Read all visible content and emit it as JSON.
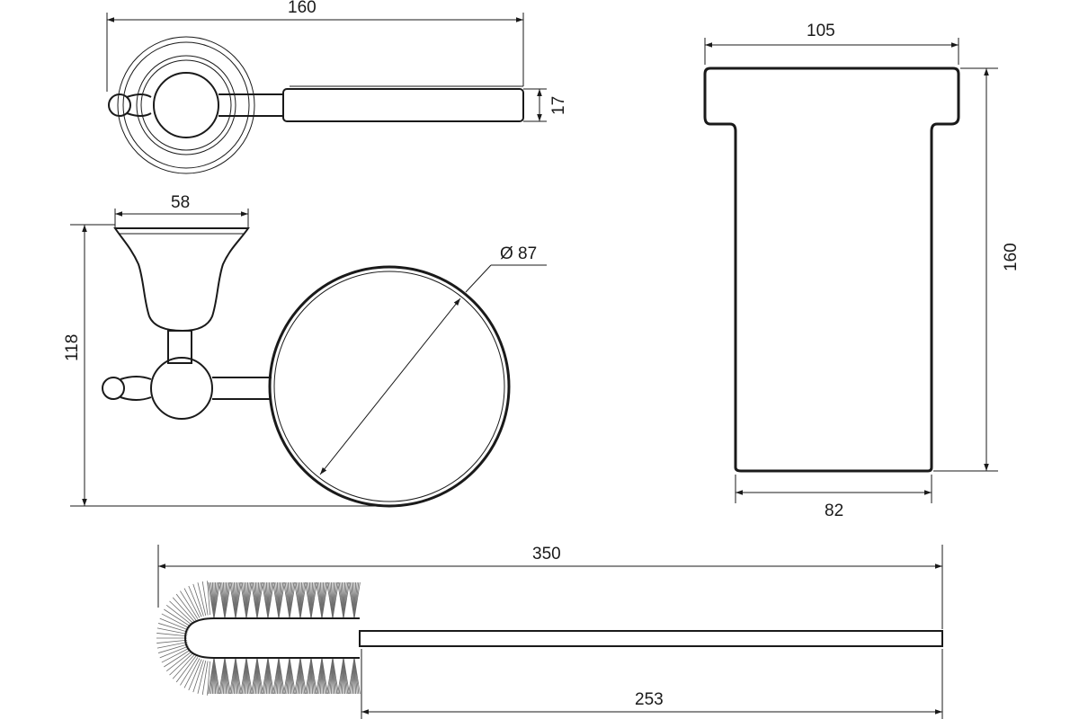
{
  "dimensions": {
    "top_width": "160",
    "top_thickness": "17",
    "bracket_width": "58",
    "holder_diameter": "Ø 87",
    "side_height": "118",
    "cup_top_width": "105",
    "cup_height": "160",
    "cup_bottom_width": "82",
    "brush_length": "350",
    "brush_handle_length": "253"
  }
}
